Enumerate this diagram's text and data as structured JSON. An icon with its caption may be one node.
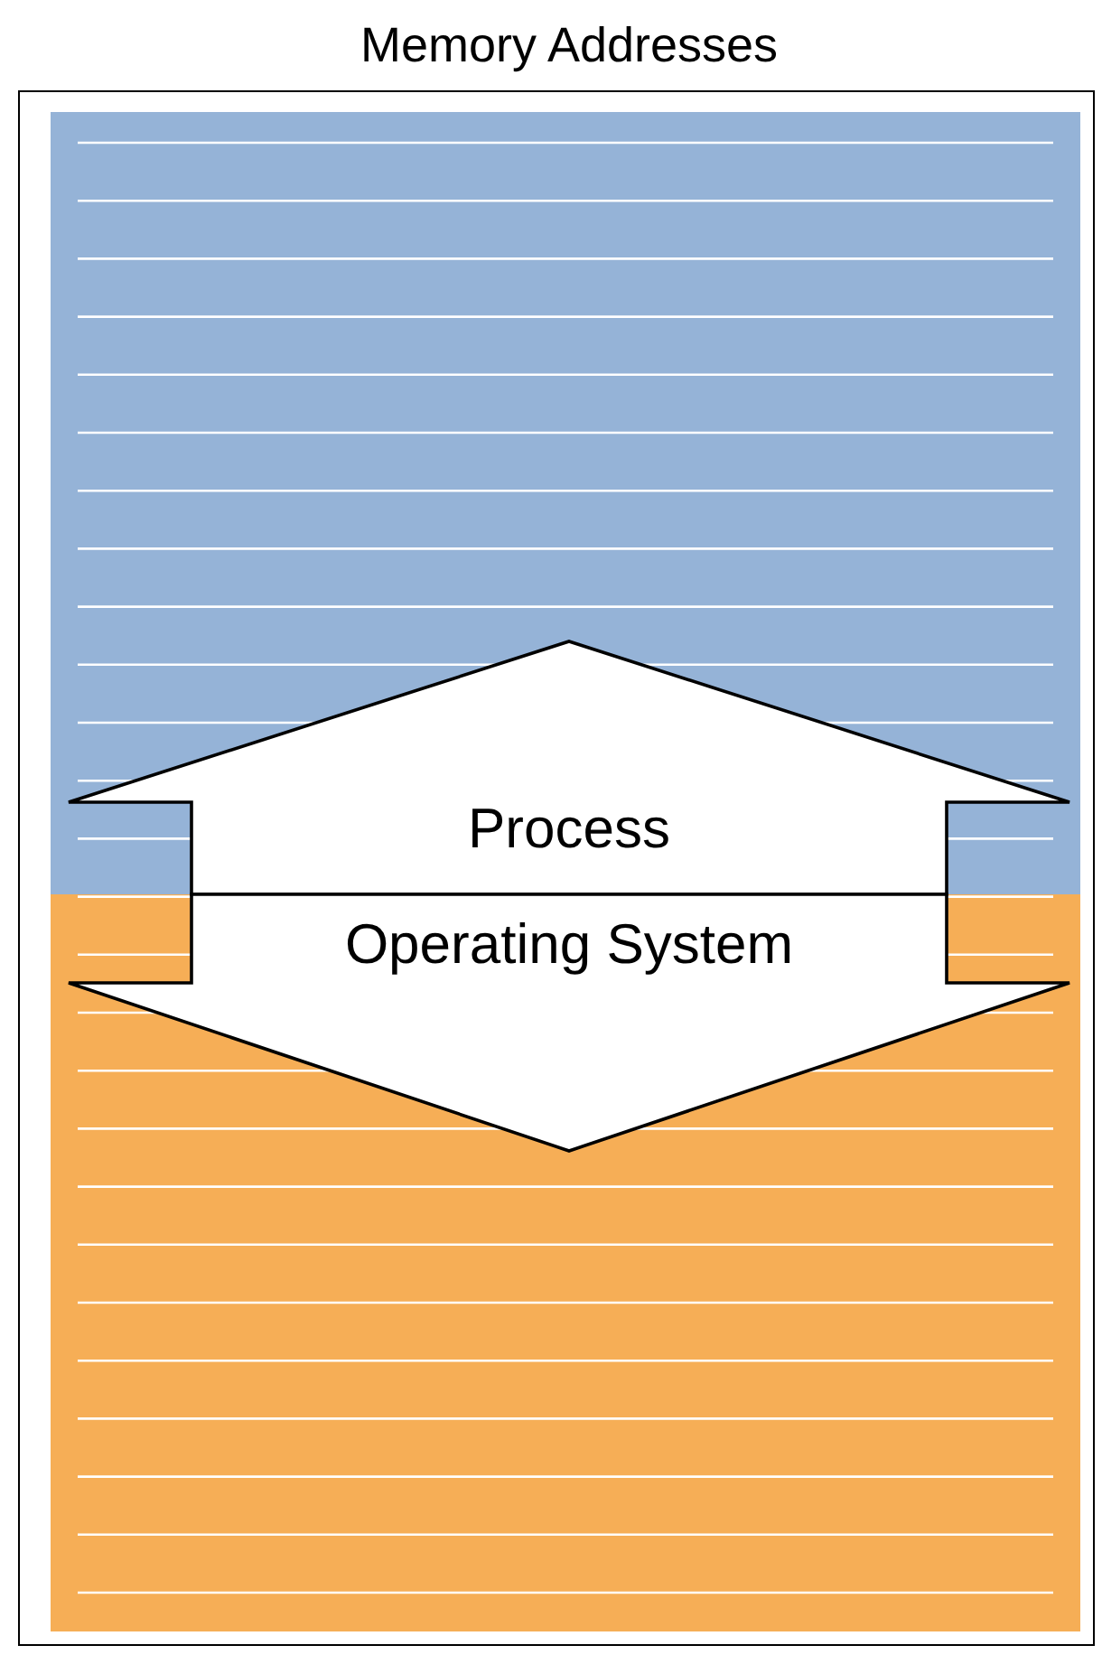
{
  "diagram": {
    "title": "Memory Addresses",
    "nodes": [
      {
        "text": [
          "Process"
        ]
      },
      {
        "text": [
          "Operating System"
        ]
      }
    ]
  }
}
